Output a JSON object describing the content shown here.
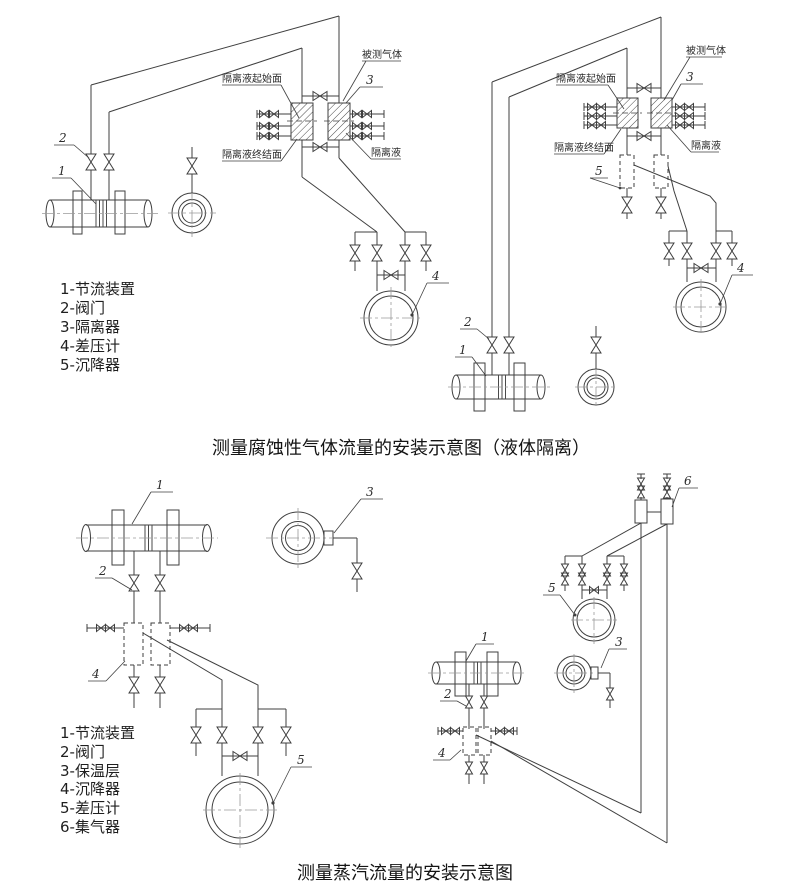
{
  "page": {
    "background": "#ffffff",
    "line_color": "#3f3f3f"
  },
  "figure_top": {
    "caption": "测量腐蚀性气体流量的安装示意图（液体隔离）",
    "legend_items": [
      "1-节流装置",
      "2-阀门",
      "3-隔离器",
      "4-差压计",
      "5-沉降器"
    ],
    "left_diagram": {
      "labels": {
        "measured_gas": "被测气体",
        "isolation_liquid_start": "隔离液起始面",
        "isolation_liquid_end": "隔离液终结面",
        "isolation_liquid": "隔离液",
        "n1": "1",
        "n2": "2",
        "n3": "3",
        "n4": "4"
      }
    },
    "right_diagram": {
      "labels": {
        "measured_gas": "被测气体",
        "isolation_liquid_start": "隔离液起始面",
        "isolation_liquid_end": "隔离液终结面",
        "isolation_liquid": "隔离液",
        "n1": "1",
        "n2": "2",
        "n3": "3",
        "n4": "4",
        "n5": "5"
      }
    }
  },
  "figure_bottom": {
    "caption": "测量蒸汽流量的安装示意图",
    "legend_items": [
      "1-节流装置",
      "2-阀门",
      "3-保温层",
      "4-沉降器",
      "5-差压计",
      "6-集气器"
    ],
    "left_diagram": {
      "labels": {
        "n1": "1",
        "n2": "2",
        "n3": "3",
        "n4": "4",
        "n5": "5"
      }
    },
    "right_diagram": {
      "labels": {
        "n1": "1",
        "n2": "2",
        "n3": "3",
        "n4": "4",
        "n5": "5",
        "n6": "6"
      }
    }
  }
}
